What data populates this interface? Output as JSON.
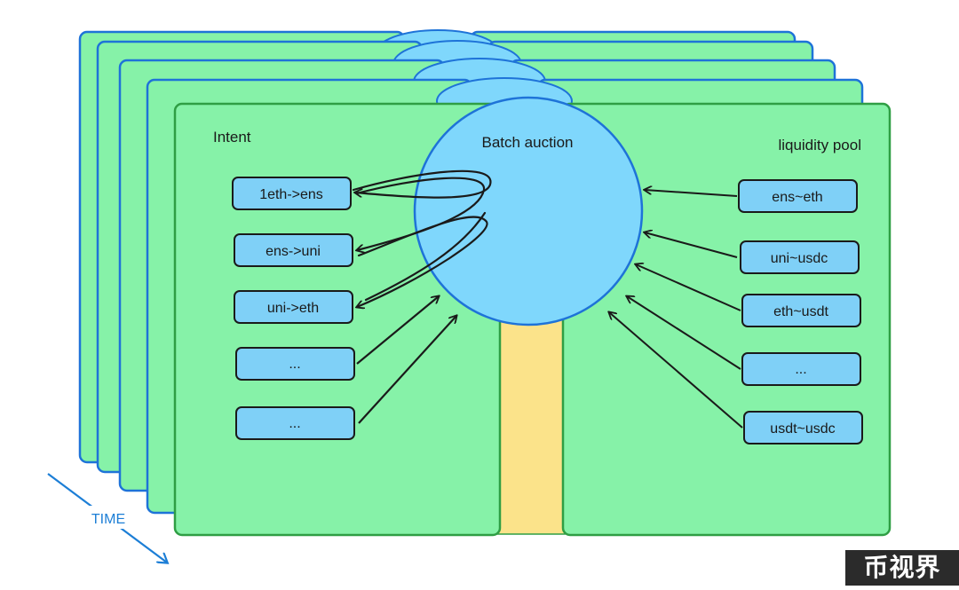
{
  "labels": {
    "intent": "Intent",
    "batch_auction": "Batch auction",
    "liquidity_pool": "liquidity pool",
    "time": "TIME"
  },
  "intents": [
    "1eth->ens",
    "ens->uni",
    "uni->eth",
    "...",
    "..."
  ],
  "pools": [
    "ens~eth",
    "uni~usdc",
    "eth~usdt",
    "...",
    "usdt~usdc"
  ],
  "watermark": "币视界",
  "colors": {
    "panel_fill": "#86f2a8",
    "panel_stroke": "#2f9e44",
    "edge_blue": "#1e73d8",
    "circle_fill": "#7fd7fc",
    "box_fill": "#7fd0f7",
    "gap_fill": "#fbe38a",
    "ink": "#1a1a1a",
    "time_color": "#1c7ed6"
  }
}
